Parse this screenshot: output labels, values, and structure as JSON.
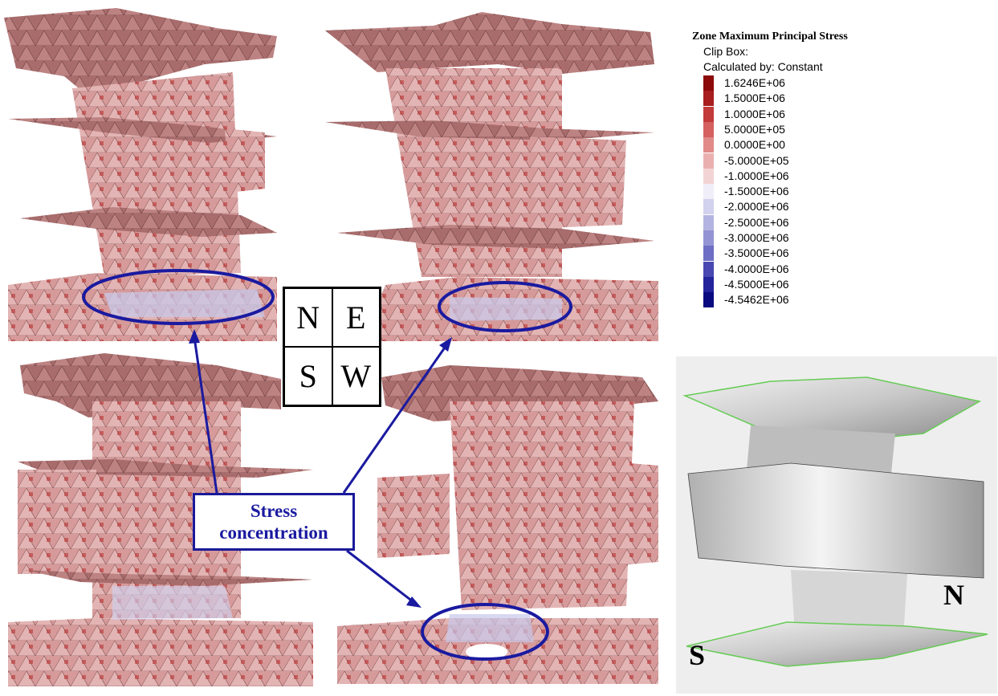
{
  "legend": {
    "title": "Zone Maximum Principal Stress",
    "clip_box": "Clip Box:",
    "calculated_by": "Calculated by: Constant",
    "entries": [
      {
        "value": "1.6246E+06",
        "color": "#8c0a0a"
      },
      {
        "value": "1.5000E+06",
        "color": "#a81e1e"
      },
      {
        "value": "1.0000E+06",
        "color": "#c23a3a"
      },
      {
        "value": "5.0000E+05",
        "color": "#d46060"
      },
      {
        "value": "0.0000E+00",
        "color": "#e08a8a"
      },
      {
        "value": "-5.0000E+05",
        "color": "#eab0b0"
      },
      {
        "value": "-1.0000E+06",
        "color": "#f3d4d4"
      },
      {
        "value": "-1.5000E+06",
        "color": "#f0eef8"
      },
      {
        "value": "-2.0000E+06",
        "color": "#d2d2ee"
      },
      {
        "value": "-2.5000E+06",
        "color": "#b4b4e2"
      },
      {
        "value": "-3.0000E+06",
        "color": "#9494d4"
      },
      {
        "value": "-3.5000E+06",
        "color": "#6e6ec4"
      },
      {
        "value": "-4.0000E+06",
        "color": "#4848b0"
      },
      {
        "value": "-4.5000E+06",
        "color": "#24249c"
      },
      {
        "value": "-4.5462E+06",
        "color": "#0a0a80"
      }
    ]
  },
  "compass": {
    "n": "N",
    "e": "E",
    "s": "S",
    "w": "W"
  },
  "callout": {
    "line1": "Stress",
    "line2": "concentration"
  },
  "photo_labels": {
    "north": "N",
    "south": "S"
  },
  "colors": {
    "annotation_blue": "#1a1aa0",
    "mesh_pink": "#d99a9a",
    "mesh_dark": "#8c3a3a",
    "photo_background": "#eeeeee"
  }
}
